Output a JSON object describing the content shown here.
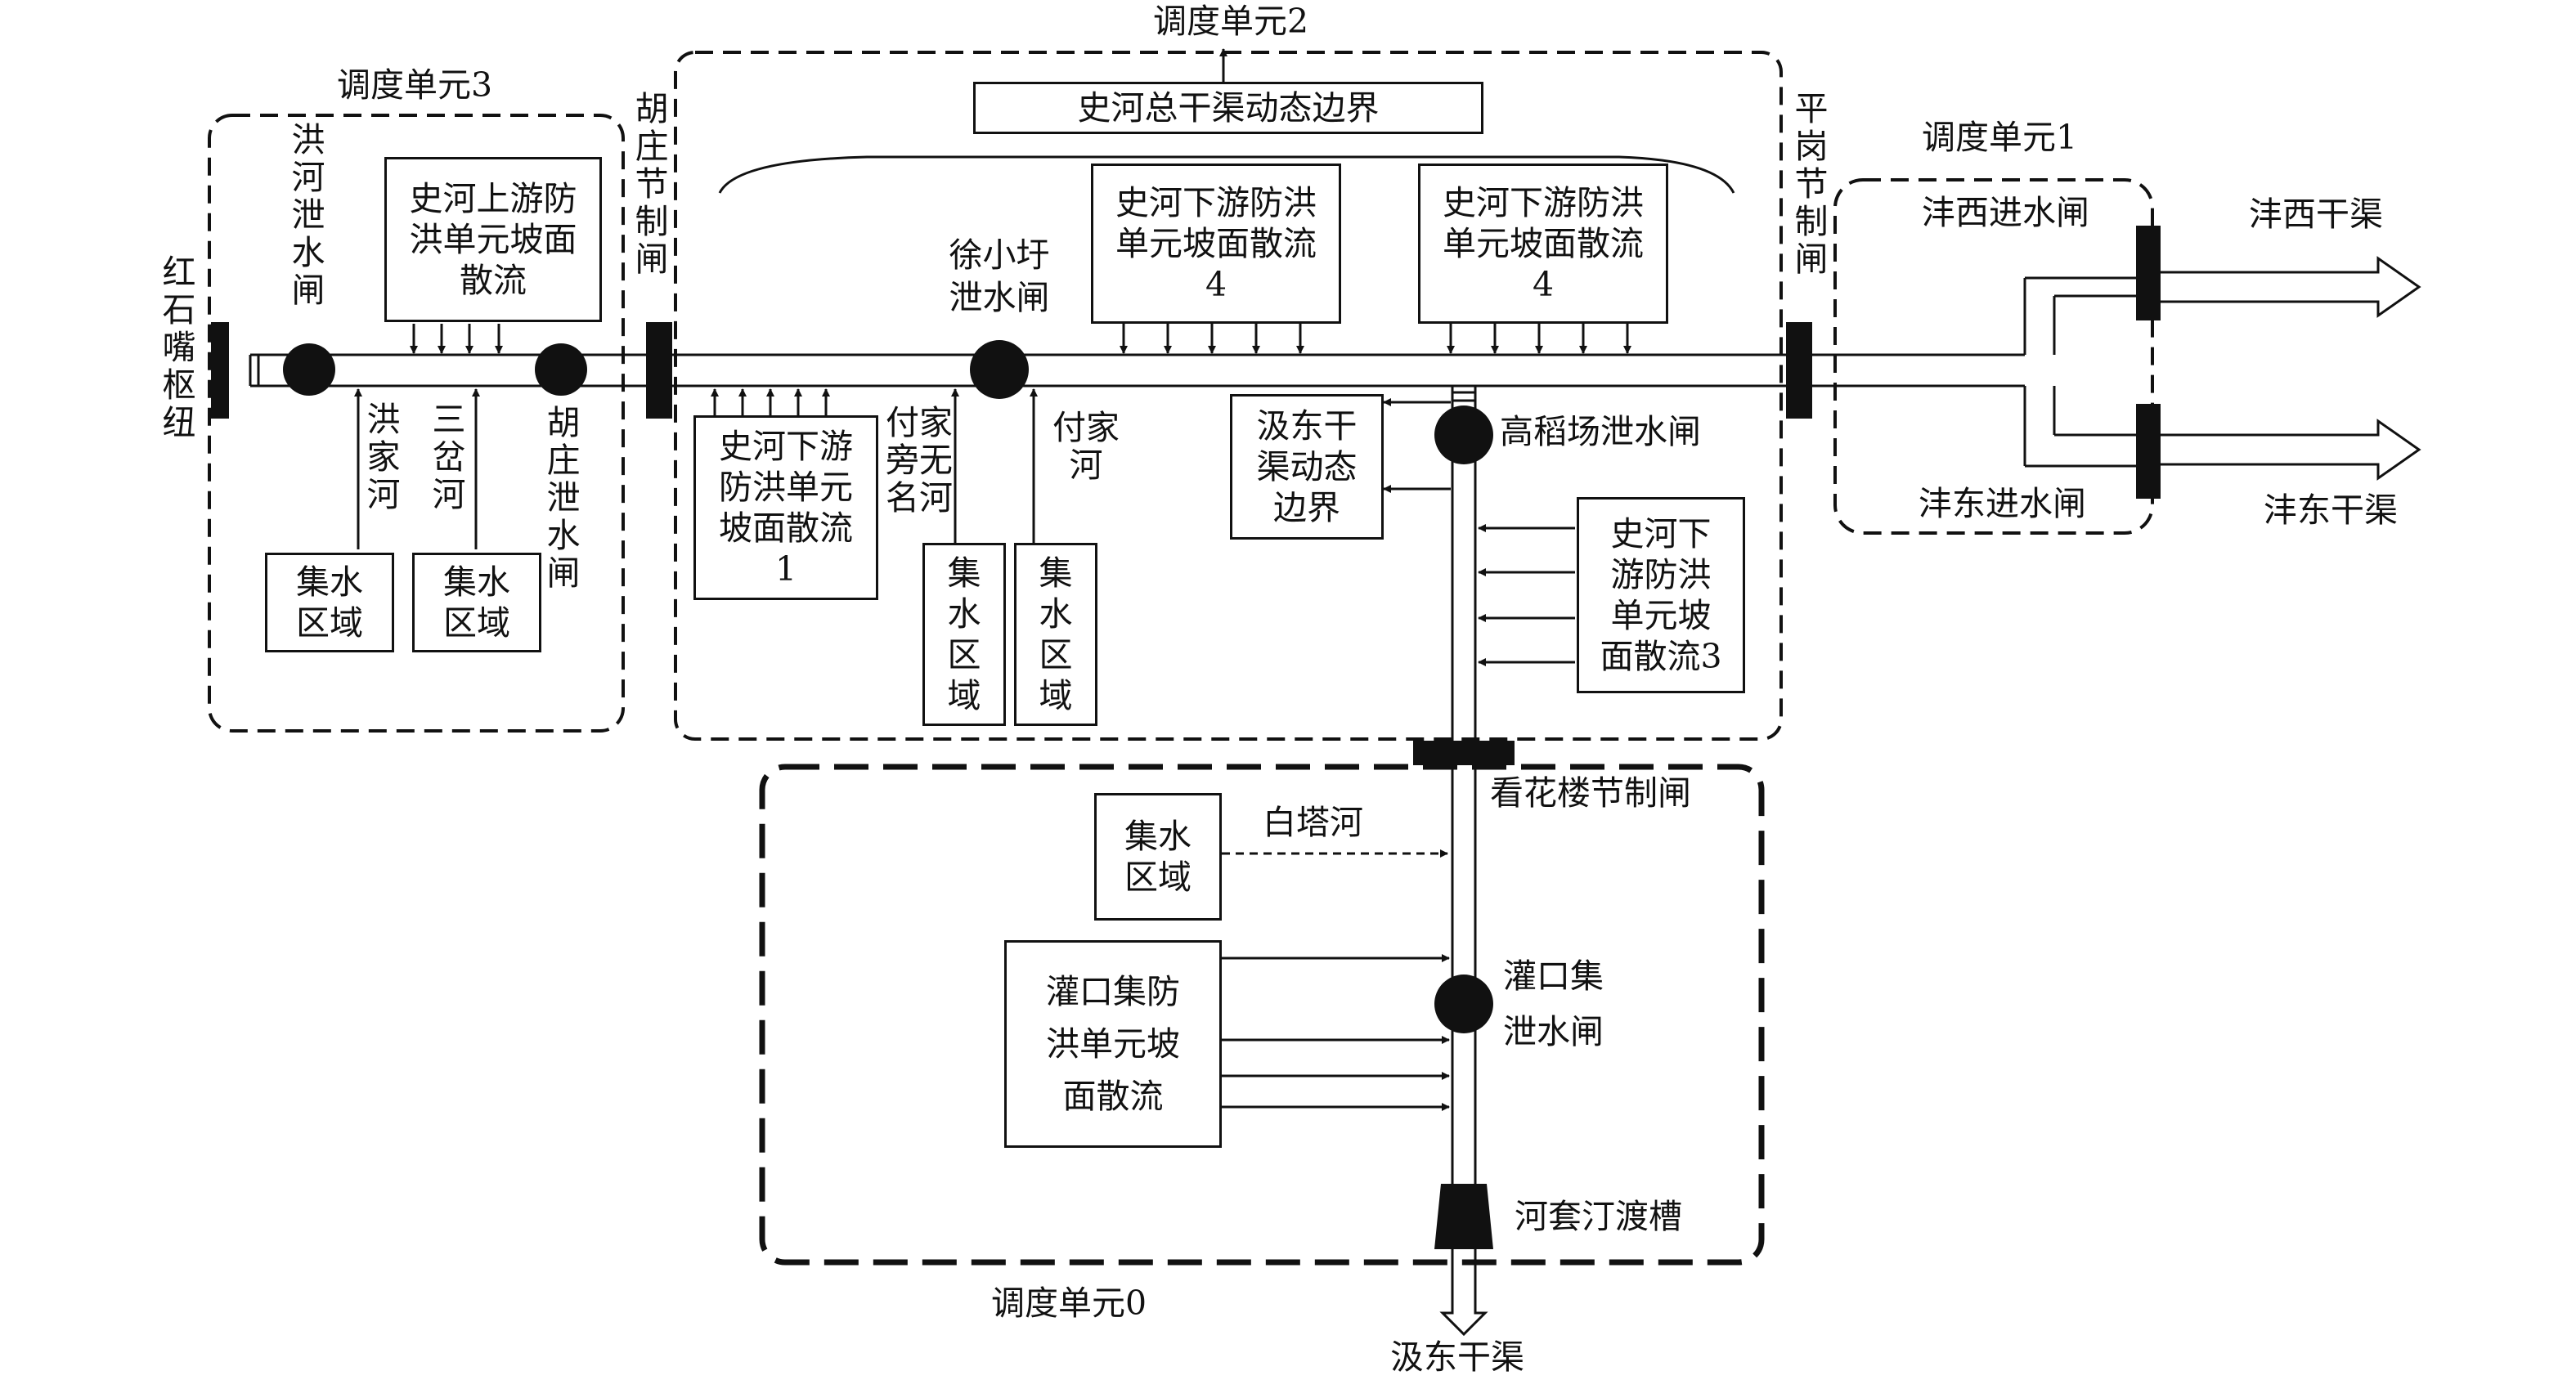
{
  "units": {
    "unit0": "调度单元0",
    "unit1": "调度单元1",
    "unit2": "调度单元2",
    "unit3": "调度单元3"
  },
  "boundaries": {
    "shihe_main": "史河总干渠动态边界",
    "jidong": "汲东干\n渠动态\n边界"
  },
  "gates": {
    "hongshizui": "红石嘴枢纽",
    "honghe": "洪河泄水闸",
    "huzhuang_sluice": "胡庄泄水闸",
    "huzhuang_ctrl": "胡庄节制闸",
    "xuxiaoyu": "徐小圩\n泄水闸",
    "pinggang": "平岗节制闸",
    "gaodaochang": "高稻场泄水闸",
    "kanhualou": "看花楼节制闸",
    "guankouji_line1": "灌口集",
    "guankouji_line2": "泄水闸",
    "fengxi": "沣西进水闸",
    "fengdong": "沣东进水闸",
    "hetao": "河套汀渡槽"
  },
  "rivers": {
    "hongjia": "洪家河",
    "sancha": "三岔河",
    "fujiapang": "付家旁无名河",
    "fujia": "付家河",
    "baita": "白塔河"
  },
  "catchment": "集水\n区域",
  "catchment_narrow": "集水区域",
  "runoff": {
    "upstream": "史河上游防\n洪单元坡面\n散流",
    "down1": "史河下游\n防洪单元\n坡面散流\n1",
    "down4a": "史河下游防洪\n单元坡面散流\n4",
    "down4b": "史河下游防洪\n单元坡面散流\n4",
    "down3": "史河下\n游防洪\n单元坡\n面散流3",
    "guankouji": "灌口集防\n洪单元坡\n面散流"
  },
  "canals": {
    "fengxi": "沣西干渠",
    "fengdong": "沣东干渠",
    "jidong": "汲东干渠"
  }
}
